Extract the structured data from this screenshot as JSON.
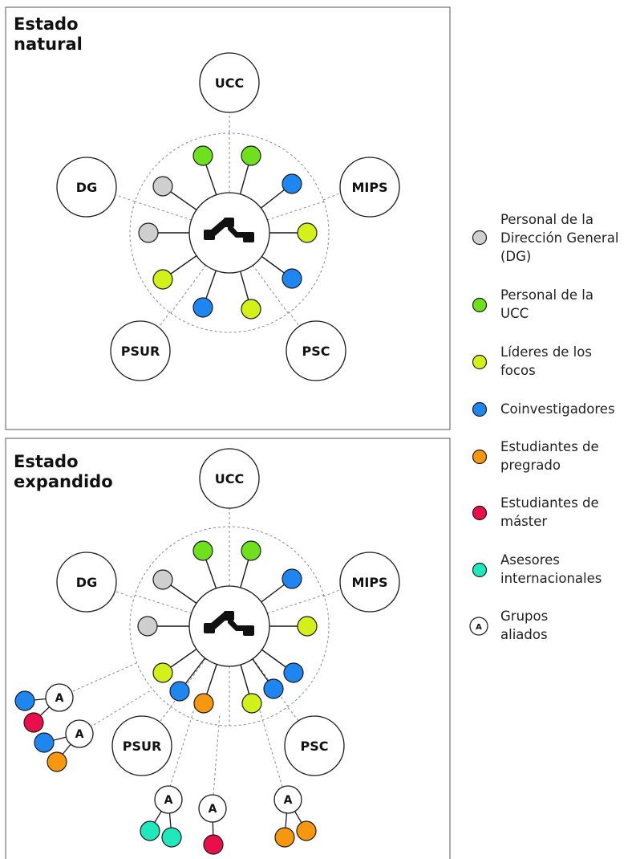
{
  "panels": [
    {
      "title_lines": [
        "Estado",
        "natural"
      ],
      "center": {
        "icon": "hub-logo-icon"
      },
      "organizations": [
        "UCC",
        "MIPS",
        "PSC",
        "PSUR",
        "DG"
      ],
      "members": [
        {
          "type": "dg"
        },
        {
          "type": "dg"
        },
        {
          "type": "ucc"
        },
        {
          "type": "ucc"
        },
        {
          "type": "co"
        },
        {
          "type": "leader"
        },
        {
          "type": "co"
        },
        {
          "type": "leader"
        },
        {
          "type": "co"
        },
        {
          "type": "leader"
        }
      ]
    },
    {
      "title_lines": [
        "Estado",
        "expandido"
      ],
      "center": {
        "icon": "hub-logo-icon"
      },
      "organizations": [
        "UCC",
        "MIPS",
        "PSC",
        "PSUR",
        "DG"
      ],
      "members": [
        {
          "type": "dg"
        },
        {
          "type": "dg"
        },
        {
          "type": "ucc"
        },
        {
          "type": "ucc"
        },
        {
          "type": "co"
        },
        {
          "type": "leader"
        },
        {
          "type": "co"
        },
        {
          "type": "co"
        },
        {
          "type": "leader"
        },
        {
          "type": "under"
        },
        {
          "type": "co"
        },
        {
          "type": "leader"
        }
      ],
      "allied_groups": [
        {
          "label": "A",
          "members": [
            "co",
            "master"
          ]
        },
        {
          "label": "A",
          "members": [
            "co",
            "under"
          ]
        },
        {
          "label": "A",
          "members": [
            "advisor",
            "advisor"
          ]
        },
        {
          "label": "A",
          "members": [
            "master"
          ]
        },
        {
          "label": "A",
          "members": [
            "under",
            "under"
          ]
        }
      ]
    }
  ],
  "legend": [
    {
      "type": "dg",
      "lines": [
        "Personal de la",
        "Dirección General",
        "(DG)"
      ]
    },
    {
      "type": "ucc",
      "lines": [
        "Personal de la",
        "UCC"
      ]
    },
    {
      "type": "leader",
      "lines": [
        "Líderes de los",
        "focos"
      ]
    },
    {
      "type": "co",
      "lines": [
        "Coinvestigadores"
      ]
    },
    {
      "type": "under",
      "lines": [
        "Estudiantes de",
        "pregrado"
      ]
    },
    {
      "type": "master",
      "lines": [
        "Estudiantes de",
        "máster"
      ]
    },
    {
      "type": "advisor",
      "lines": [
        "Asesores",
        "internacionales"
      ]
    },
    {
      "type": "ally",
      "symbol": "A",
      "lines": [
        "Grupos",
        "aliados"
      ]
    }
  ],
  "colors": {
    "dg": "#cfcfcf",
    "ucc": "#6ee01e",
    "leader": "#d3f01a",
    "co": "#1f86f0",
    "under": "#f7960f",
    "master": "#e8104a",
    "advisor": "#20e8bc",
    "ally": "#ffffff",
    "stroke": "#1a1a1a",
    "dashed": "#8a8a8a"
  }
}
